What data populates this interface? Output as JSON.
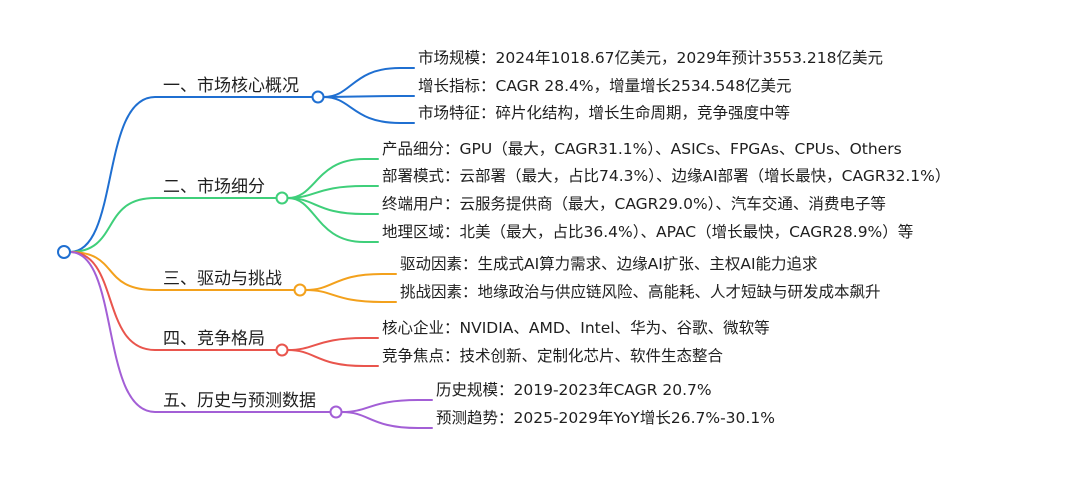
{
  "mindmap": {
    "branches": [
      {
        "label": "一、市场核心概况",
        "color": "#1f6fd1",
        "children": [
          "市场规模：2024年1018.67亿美元，2029年预计3553.218亿美元",
          "增长指标：CAGR 28.4%，增量增长2534.548亿美元",
          "市场特征：碎片化结构，增长生命周期，竞争强度中等"
        ]
      },
      {
        "label": "二、市场细分",
        "color": "#3fcf7a",
        "children": [
          "产品细分：GPU（最大，CAGR31.1%）、ASICs、FPGAs、CPUs、Others",
          "部署模式：云部署（最大，占比74.3%）、边缘AI部署（增长最快，CAGR32.1%）",
          "终端用户：云服务提供商（最大，CAGR29.0%）、汽车交通、消费电子等",
          "地理区域：北美（最大，占比36.4%）、APAC（增长最快，CAGR28.9%）等"
        ]
      },
      {
        "label": "三、驱动与挑战",
        "color": "#f3a11c",
        "children": [
          "驱动因素：生成式AI算力需求、边缘AI扩张、主权AI能力追求",
          "挑战因素：地缘政治与供应链风险、高能耗、人才短缺与研发成本飙升"
        ]
      },
      {
        "label": "四、竞争格局",
        "color": "#e9554d",
        "children": [
          "核心企业：NVIDIA、AMD、Intel、华为、谷歌、微软等",
          "竞争焦点：技术创新、定制化芯片、软件生态整合"
        ]
      },
      {
        "label": "五、历史与预测数据",
        "color": "#a35fd6",
        "children": [
          "历史规模：2019-2023年CAGR 20.7%",
          "预测趋势：2025-2029年YoY增长26.7%-30.1%"
        ]
      }
    ]
  }
}
